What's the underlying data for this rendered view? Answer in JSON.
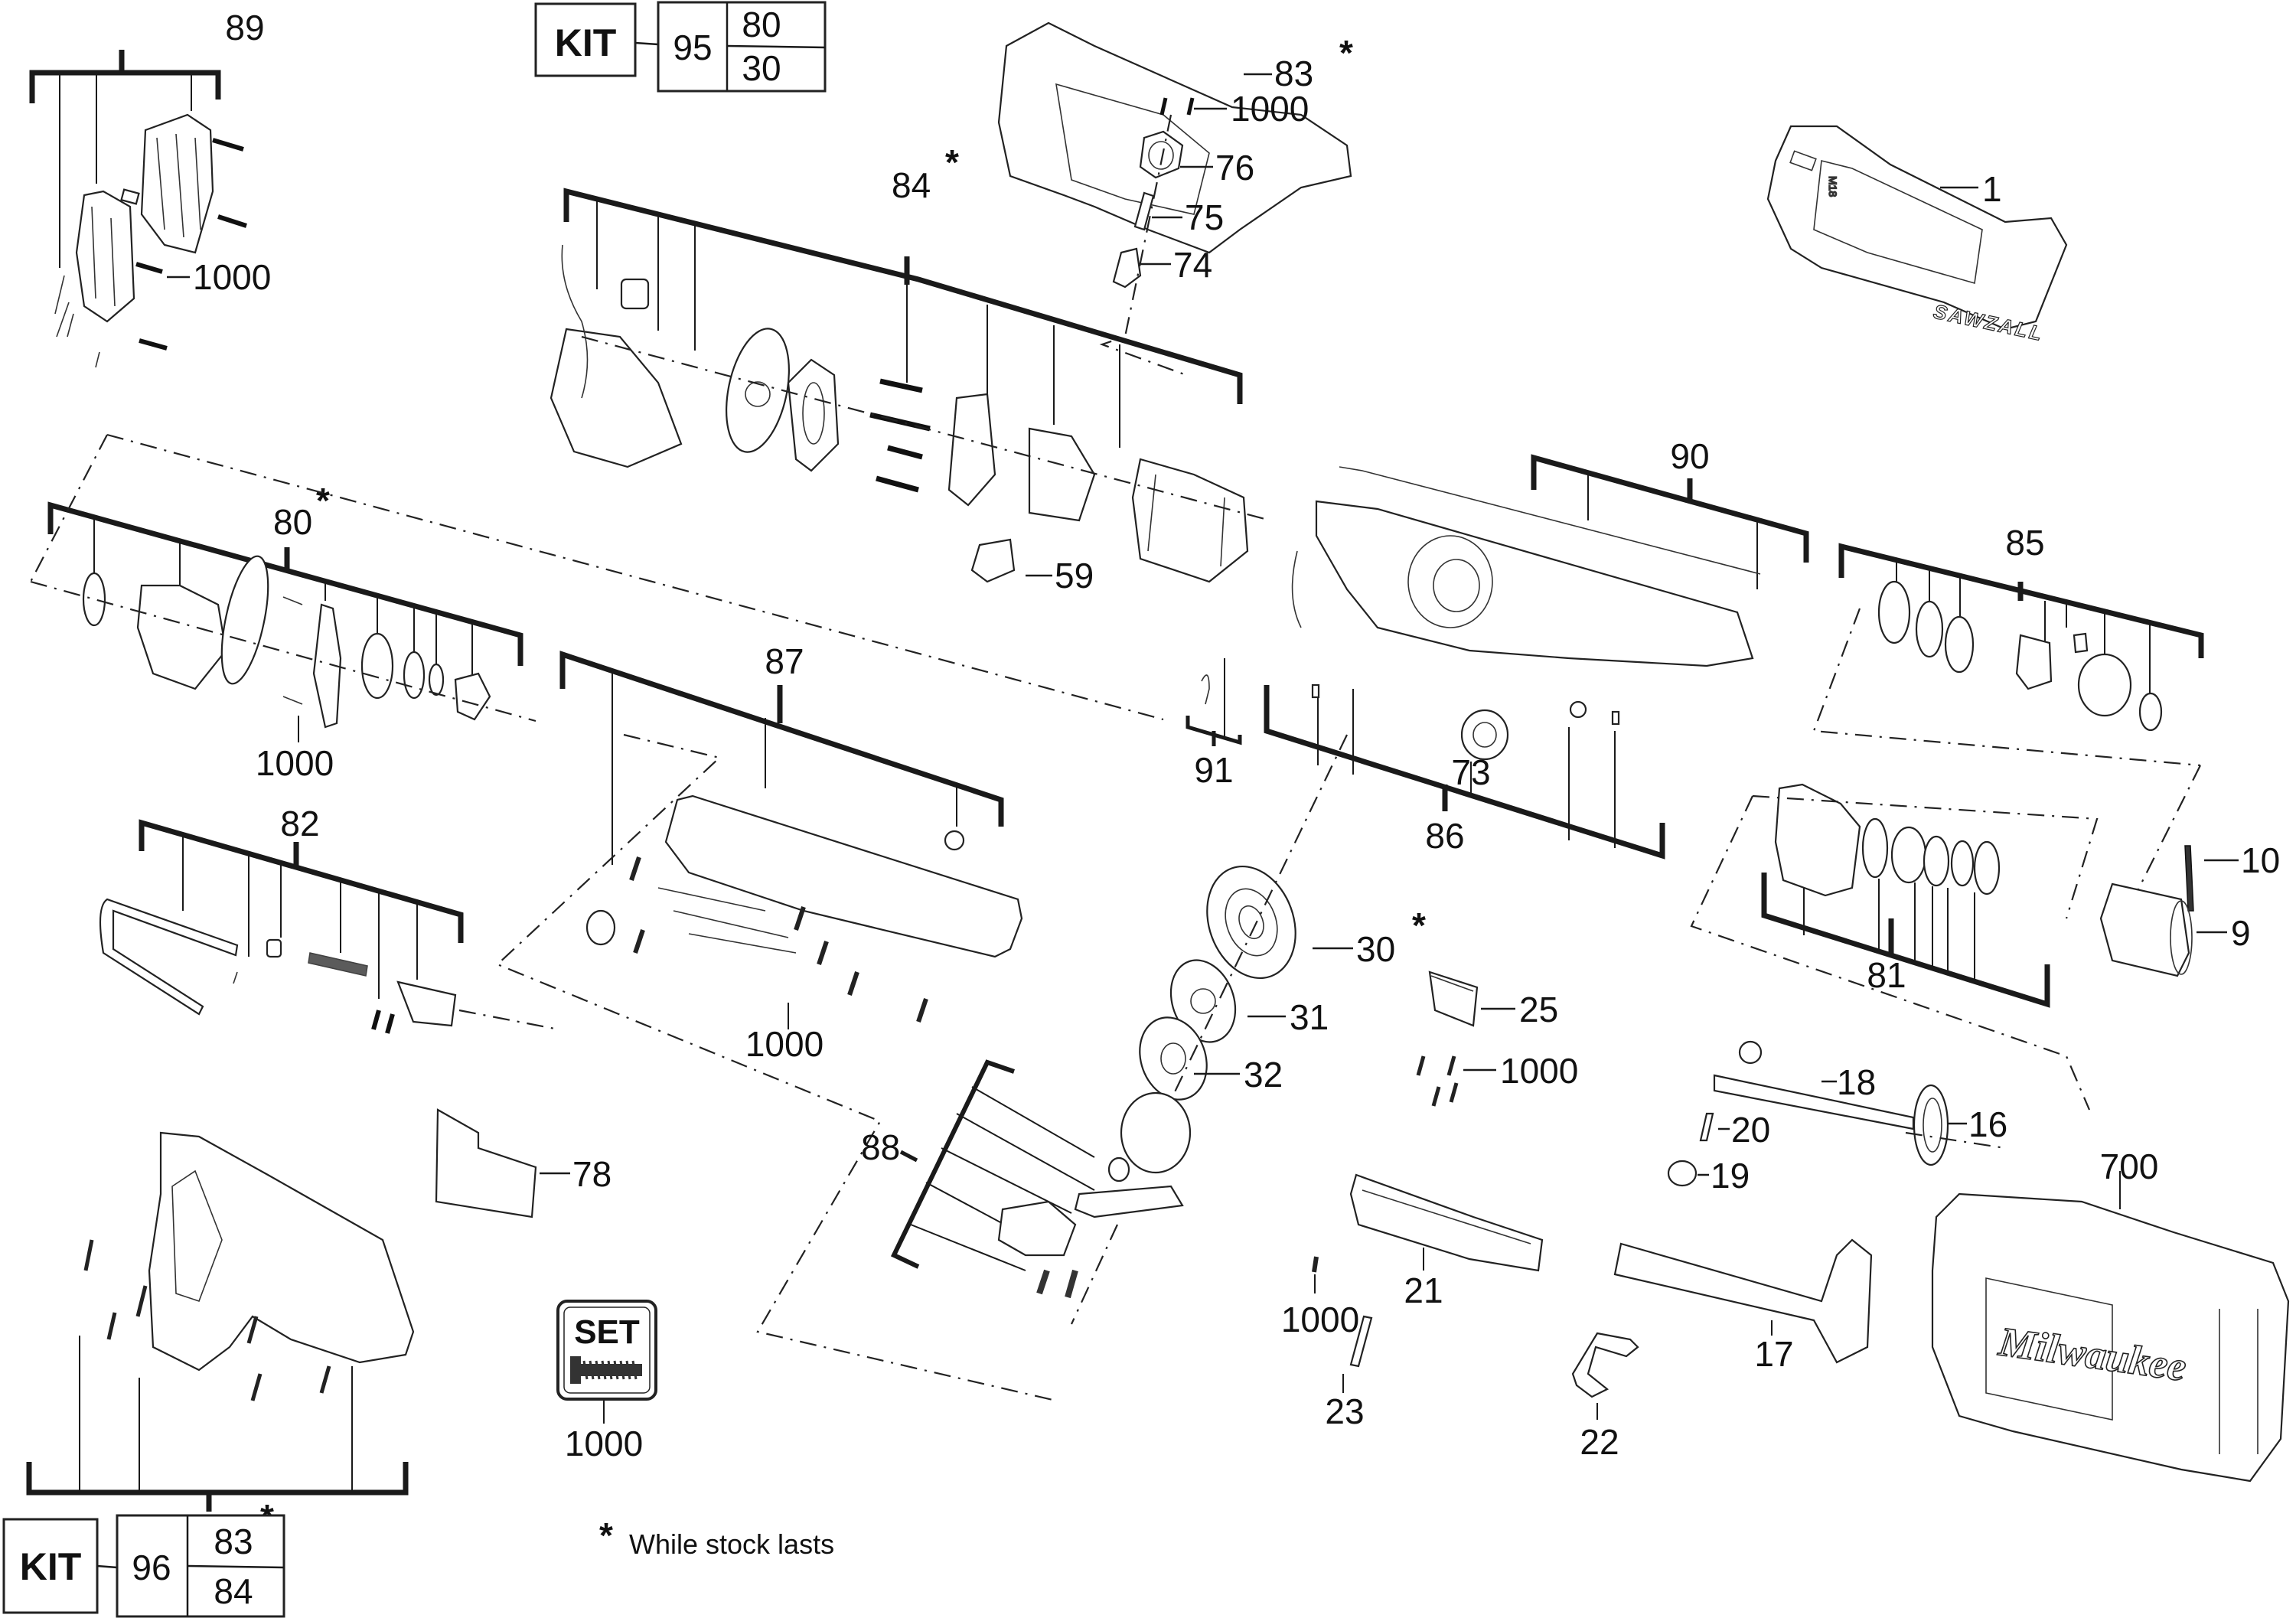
{
  "diagram": {
    "title": "Exploded parts diagram – cordless reciprocating saw (SAWZALL)",
    "brand_text": "Milwaukee",
    "housing_text": "SAWZALL",
    "housing_badge": "M18",
    "footnote": {
      "symbol": "*",
      "text": "While stock lasts"
    },
    "kits": [
      {
        "label": "KIT",
        "number": "95",
        "contents": [
          "80",
          "30"
        ]
      },
      {
        "label": "KIT",
        "number": "96",
        "contents": [
          "83",
          "84"
        ]
      }
    ],
    "set_badge": {
      "label": "SET",
      "part": "1000",
      "icon": "screw-icon"
    },
    "assemblies": [
      {
        "id": "89",
        "starred": false
      },
      {
        "id": "84",
        "starred": true
      },
      {
        "id": "83-top",
        "number": "83",
        "starred": true
      },
      {
        "id": "80",
        "starred": true
      },
      {
        "id": "87",
        "starred": false
      },
      {
        "id": "82",
        "starred": false
      },
      {
        "id": "90",
        "starred": false
      },
      {
        "id": "86",
        "starred": false
      },
      {
        "id": "91",
        "starred": false
      },
      {
        "id": "85",
        "starred": false
      },
      {
        "id": "81",
        "starred": false
      },
      {
        "id": "88",
        "starred": false
      },
      {
        "id": "83-bottom",
        "number": "83",
        "starred": true
      }
    ],
    "callouts": {
      "c89": "89",
      "c1000_89": "1000",
      "c84": "84",
      "c83_top": "83",
      "c1000_top": "1000",
      "c76": "76",
      "c75": "75",
      "c74": "74",
      "c1": "1",
      "c59": "59",
      "c80": "80",
      "c1000_80": "1000",
      "c90": "90",
      "c85": "85",
      "c91": "91",
      "c73": "73",
      "c86": "86",
      "c87": "87",
      "c82": "82",
      "c1000_87": "1000",
      "c81": "81",
      "c10": "10",
      "c9": "9",
      "c30": "30",
      "c31": "31",
      "c32": "32",
      "c25": "25",
      "c1000_25": "1000",
      "c18": "18",
      "c20": "20",
      "c16": "16",
      "c19": "19",
      "c700": "700",
      "c78": "78",
      "c88": "88",
      "c21": "21",
      "c17": "17",
      "c1000_21": "1000",
      "c23": "23",
      "c22": "22",
      "c83_bottom": "83",
      "c1000_set": "1000"
    },
    "star": "*"
  }
}
